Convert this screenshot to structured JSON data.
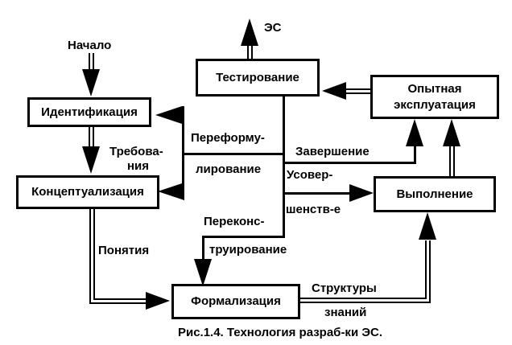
{
  "diagram": {
    "caption": "Рис.1.4. Технология разраб-ки ЭС.",
    "nodes": {
      "identification": "Идентификация",
      "conceptualization": "Концептуализация",
      "testing": "Тестирование",
      "trial_operation": "Опытная эксплуатация",
      "execution": "Выполнение",
      "formalization": "Формализация"
    },
    "labels": {
      "start": "Начало",
      "es": "ЭС",
      "requirements_line1": "Требова-",
      "requirements_line2": "ния",
      "reformulation_line1": "Переформу-",
      "reformulation_line2": "лирование",
      "completion": "Завершение",
      "improvement_line1": "Усовер-",
      "improvement_line2": "шенств-е",
      "redesign_line1": "Переконс-",
      "redesign_line2": "труирование",
      "concepts": "Понятия",
      "knowledge_structures_line1": "Структуры",
      "knowledge_structures_line2": "знаний"
    },
    "colors": {
      "ink": "#000000",
      "background": "#ffffff"
    }
  }
}
